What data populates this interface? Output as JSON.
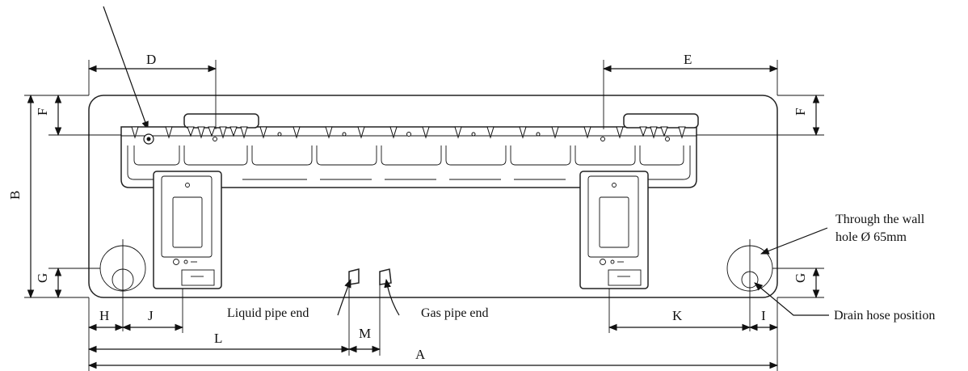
{
  "labels": {
    "A": "A",
    "B": "B",
    "D": "D",
    "E": "E",
    "F": "F",
    "G": "G",
    "H": "H",
    "I": "I",
    "J": "J",
    "K": "K",
    "L": "L",
    "M": "M"
  },
  "notes": {
    "wall_hole_line1": "Through the wall",
    "wall_hole_line2": "hole Ø 65mm",
    "drain_hose": "Drain hose position",
    "liquid_pipe": "Liquid pipe end",
    "gas_pipe": "Gas pipe end"
  }
}
